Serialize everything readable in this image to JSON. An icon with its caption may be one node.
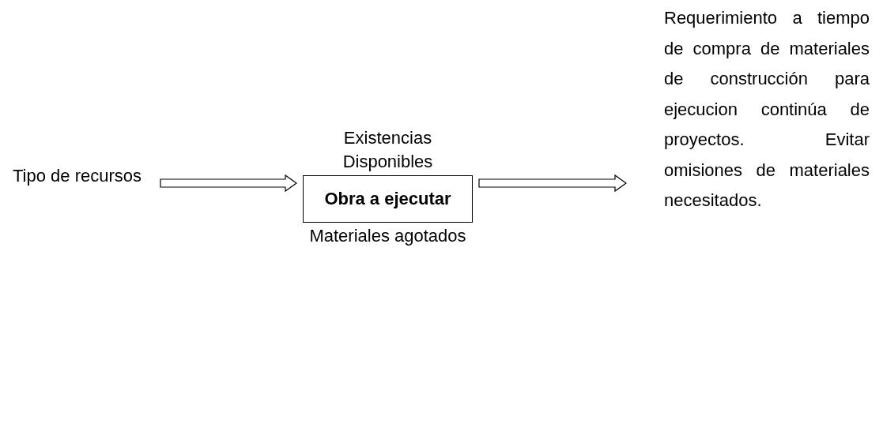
{
  "diagram": {
    "nodes": [
      {
        "text": [
          "Tipo de recursos"
        ]
      },
      {
        "text": [
          "Obra a ejecutar"
        ],
        "beside": [
          "Existencias Disponibles",
          "Materiales agotados"
        ]
      },
      {
        "text": [
          "Requerimiento a tiempo de compra de materiales de construcción para ejecucion continúa de proyectos. Evitar omisiones de materiales necesitados."
        ]
      }
    ],
    "edges": [
      {
        "from": 0,
        "to": 1,
        "arrow": "to"
      },
      {
        "from": 1,
        "to": 2,
        "arrow": "to"
      }
    ]
  }
}
